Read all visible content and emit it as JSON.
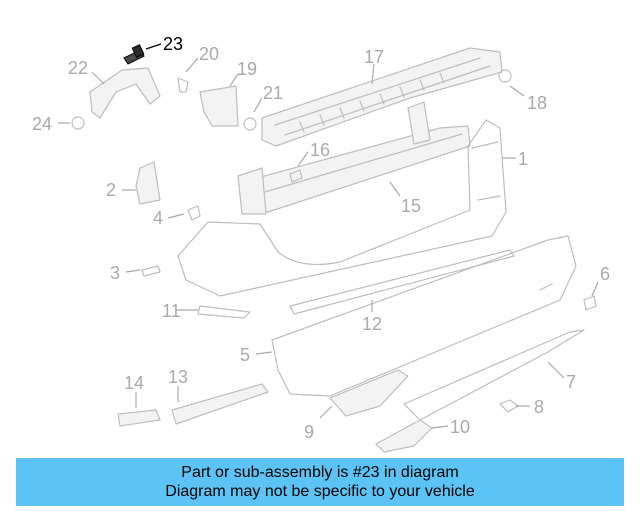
{
  "diagram": {
    "highlight_color": "#000000",
    "label_color": "#a9a9a9",
    "part_numbers": [
      "1",
      "2",
      "3",
      "4",
      "5",
      "6",
      "7",
      "8",
      "9",
      "10",
      "11",
      "12",
      "13",
      "14",
      "15",
      "16",
      "17",
      "18",
      "19",
      "20",
      "21",
      "22",
      "23",
      "24"
    ],
    "highlighted_part": "23"
  },
  "banner": {
    "background": "#5bc3f5",
    "line1": "Part or sub-assembly is #23 in diagram",
    "line2": "Diagram may not be specific to your vehicle"
  }
}
